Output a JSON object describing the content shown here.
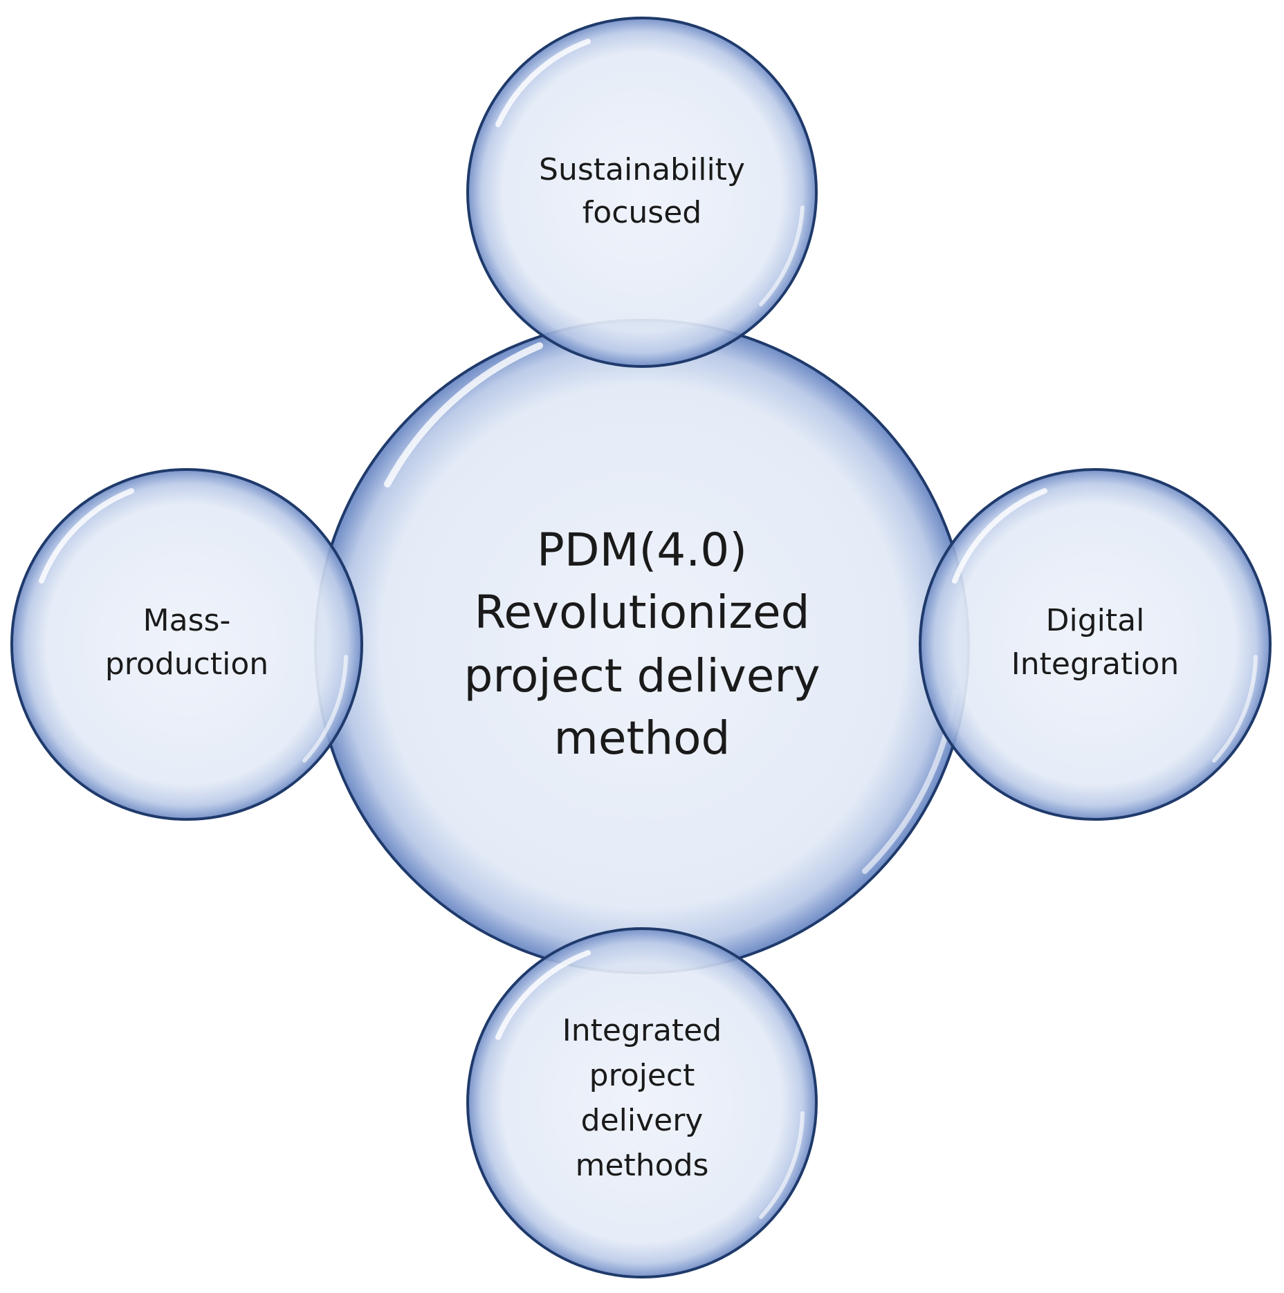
{
  "diagram": {
    "center": {
      "lines": [
        "PDM(4.0)",
        "Revolutionized",
        "project delivery",
        "method"
      ]
    },
    "nodes": {
      "top": {
        "lines": [
          "Sustainability",
          "focused"
        ]
      },
      "left": {
        "lines": [
          "Mass-",
          "production"
        ]
      },
      "right": {
        "lines": [
          "Digital",
          "Integration"
        ]
      },
      "bottom": {
        "lines": [
          "Integrated",
          "project",
          "delivery",
          "methods"
        ]
      }
    },
    "colors": {
      "fill": "#e8eef8",
      "stroke": "#1f3a6b",
      "rim": "#5b7bbd",
      "text": "#1a1a1a"
    }
  }
}
